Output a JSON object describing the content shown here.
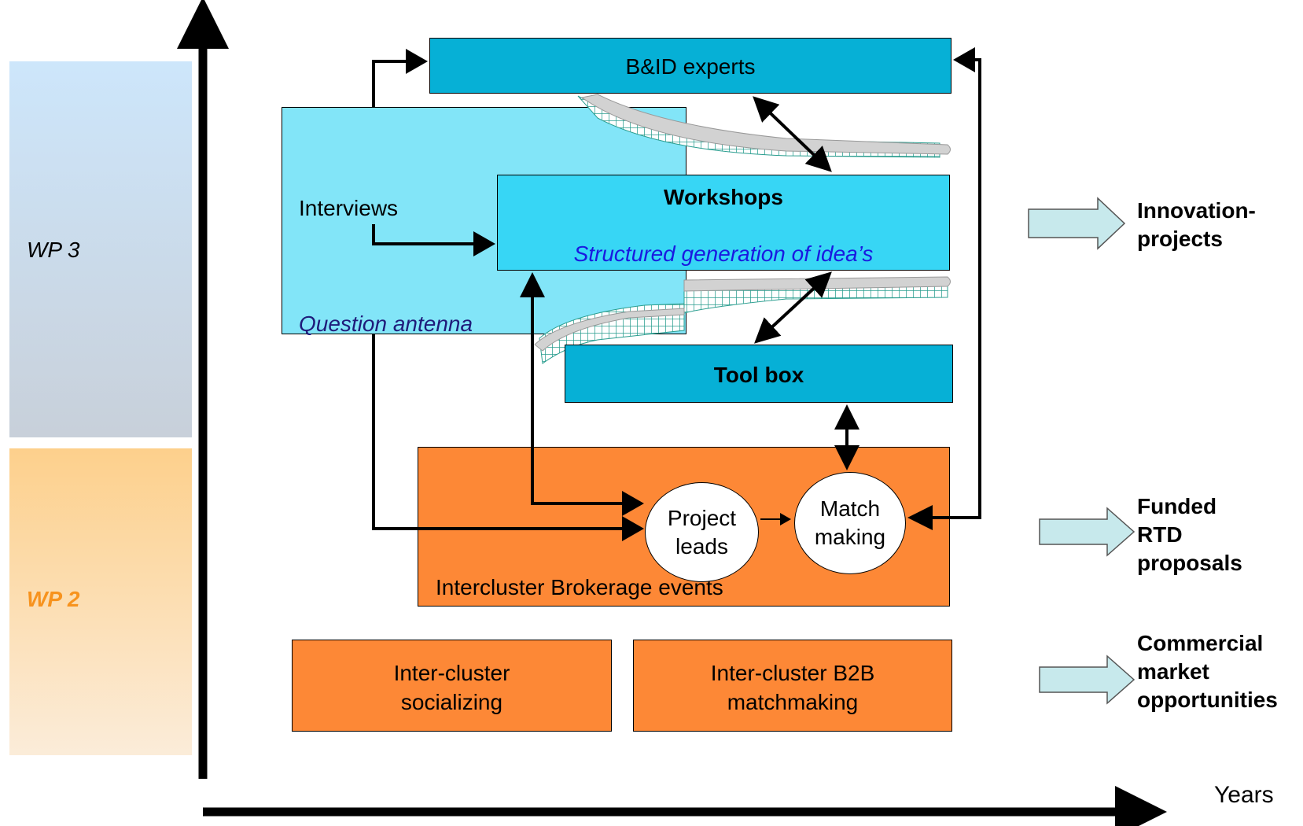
{
  "work_packages": {
    "wp3": "WP 3",
    "wp2": "WP 2"
  },
  "boxes": {
    "bid_experts": "B&ID experts",
    "question_antenna": {
      "interviews": "Interviews",
      "caption": "Question antenna"
    },
    "workshops": {
      "title": "Workshops",
      "subtitle": "Structured generation of idea’s"
    },
    "tool_box": "Tool box",
    "brokerage": {
      "caption": "Intercluster Brokerage events",
      "project_leads": [
        "Project",
        "leads"
      ],
      "match_making": [
        "Match",
        "making"
      ]
    },
    "socializing": [
      "Inter-cluster",
      "socializing"
    ],
    "b2b": [
      "Inter-cluster B2B",
      "matchmaking"
    ]
  },
  "outputs": {
    "innovation": [
      "Innovation-",
      "projects"
    ],
    "funded": [
      "Funded",
      "RTD",
      "proposals"
    ],
    "commercial": [
      "Commercial",
      "market",
      "opportunities"
    ]
  },
  "axis": {
    "x_label": "Years"
  },
  "colors": {
    "dark_cyan": "#06b0d6",
    "light_cyan": "#82e5f8",
    "mid_cyan": "#37d6f5",
    "orange": "#fd8836",
    "wp2_label": "#f7931e",
    "output_arrow": "#c7e9ec"
  }
}
